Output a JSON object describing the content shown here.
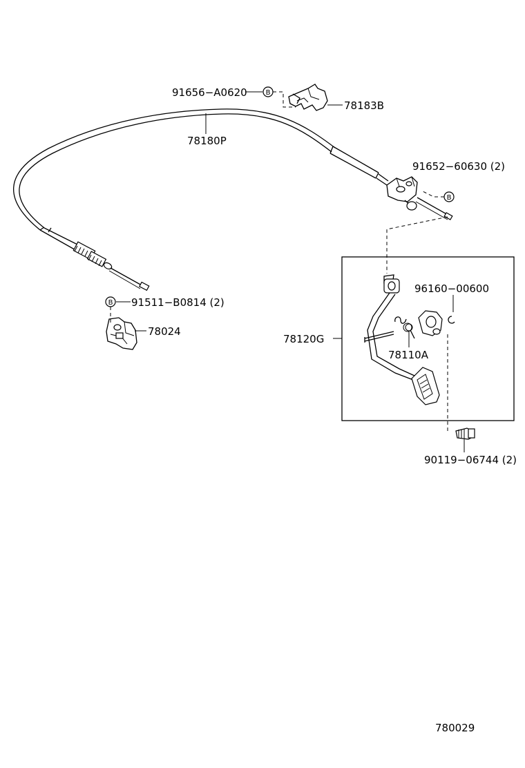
{
  "labels": {
    "p_91656": "91656−A0620",
    "p_78183B": "78183B",
    "p_78180P": "78180P",
    "p_91652": "91652−60630 (2)",
    "p_91511": "91511−B0814 (2)",
    "p_78024": "78024",
    "p_78120G": "78120G",
    "p_96160": "96160−00600",
    "p_78110A": "78110A",
    "p_90119": "90119−06744 (2)",
    "diagram_no": "780029"
  },
  "markers": {
    "bolt_letter": "B"
  }
}
